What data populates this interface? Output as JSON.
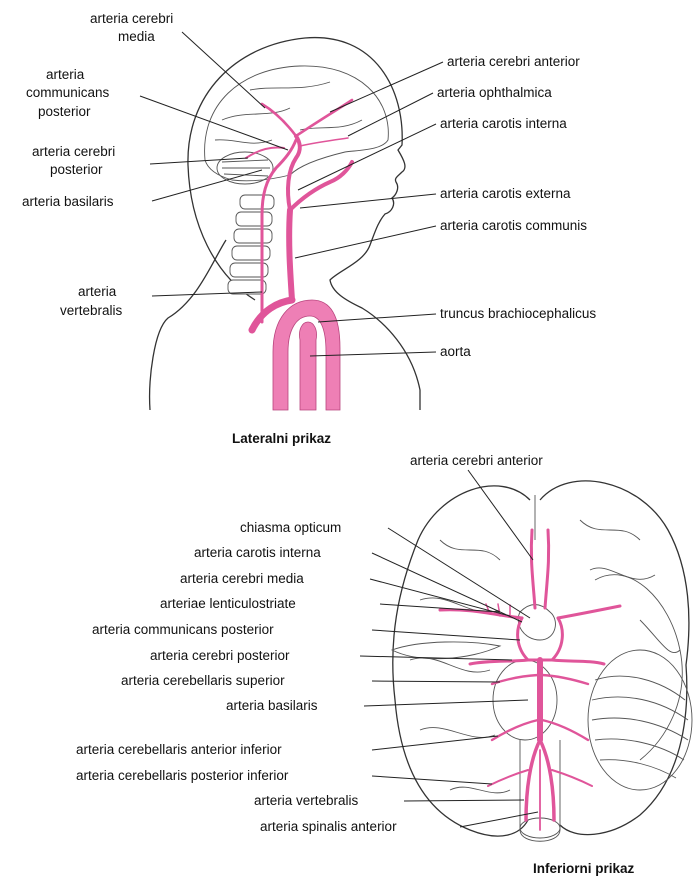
{
  "lateral": {
    "caption": "Lateralni prikaz",
    "labels": {
      "cerebri_media": [
        "arteria cerebri",
        "media"
      ],
      "communicans_posterior": [
        "arteria",
        "communicans",
        "posterior"
      ],
      "cerebri_posterior": [
        "arteria cerebri",
        "posterior"
      ],
      "basilaris": "arteria basilaris",
      "vertebralis": [
        "arteria",
        "vertebralis"
      ],
      "cerebri_anterior": "arteria cerebri anterior",
      "ophthalmica": "arteria ophthalmica",
      "carotis_interna": "arteria carotis interna",
      "carotis_externa": "arteria carotis externa",
      "carotis_communis": "arteria carotis communis",
      "truncus": "truncus brachiocephalicus",
      "aorta": "aorta"
    }
  },
  "inferior": {
    "caption": "Inferiorni prikaz",
    "labels": {
      "cerebri_anterior": "arteria cerebri anterior",
      "chiasma": "chiasma opticum",
      "carotis_interna": "arteria carotis interna",
      "cerebri_media": "arteria cerebri media",
      "lenticulostriate": "arteriae lenticulostriate",
      "communicans_posterior": "arteria communicans posterior",
      "cerebri_posterior": "arteria cerebri posterior",
      "cerebellaris_superior": "arteria cerebellaris superior",
      "basilaris": "arteria basilaris",
      "cerebellaris_anterior_inferior": "arteria cerebellaris anterior inferior",
      "cerebellaris_posterior_inferior": "arteria cerebellaris posterior inferior",
      "vertebralis": "arteria vertebralis",
      "spinalis_anterior": "arteria spinalis anterior"
    }
  },
  "colors": {
    "artery": "#ee7fb5",
    "artery_stroke": "#e0559a",
    "line": "#222222"
  }
}
